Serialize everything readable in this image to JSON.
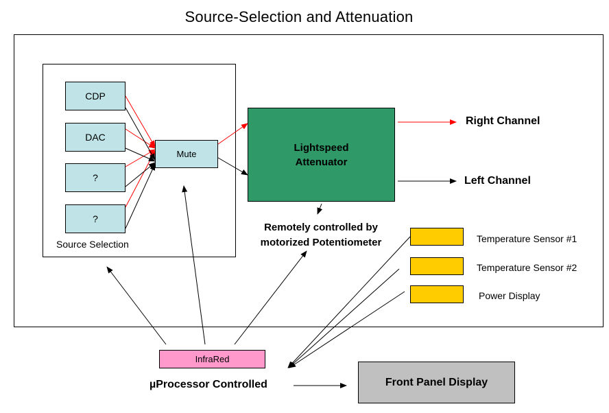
{
  "title": "Source-Selection and Attenuation",
  "sources": [
    "CDP",
    "DAC",
    "?",
    "?"
  ],
  "source_selection_label": "Source Selection",
  "mute_label": "Mute",
  "attenuator_label": "Lightspeed Attenuator",
  "right_channel": "Right Channel",
  "left_channel": "Left Channel",
  "remote_note": "Remotely controlled by motorized Potentiometer",
  "sensors": [
    "Temperature Sensor #1",
    "Temperature Sensor #2",
    "Power Display"
  ],
  "infrared_label": "InfraRed",
  "processor_label": "µProcessor Controlled",
  "front_panel_label": "Front Panel Display",
  "colors": {
    "source_fill": "#bfe3e6",
    "attenuator_fill": "#2f9968",
    "sensor_fill": "#ffcc00",
    "infrared_fill": "#ff99cc",
    "front_panel_fill": "#c0c0c0",
    "red_arrow": "#ff0000",
    "black_arrow": "#000000"
  }
}
